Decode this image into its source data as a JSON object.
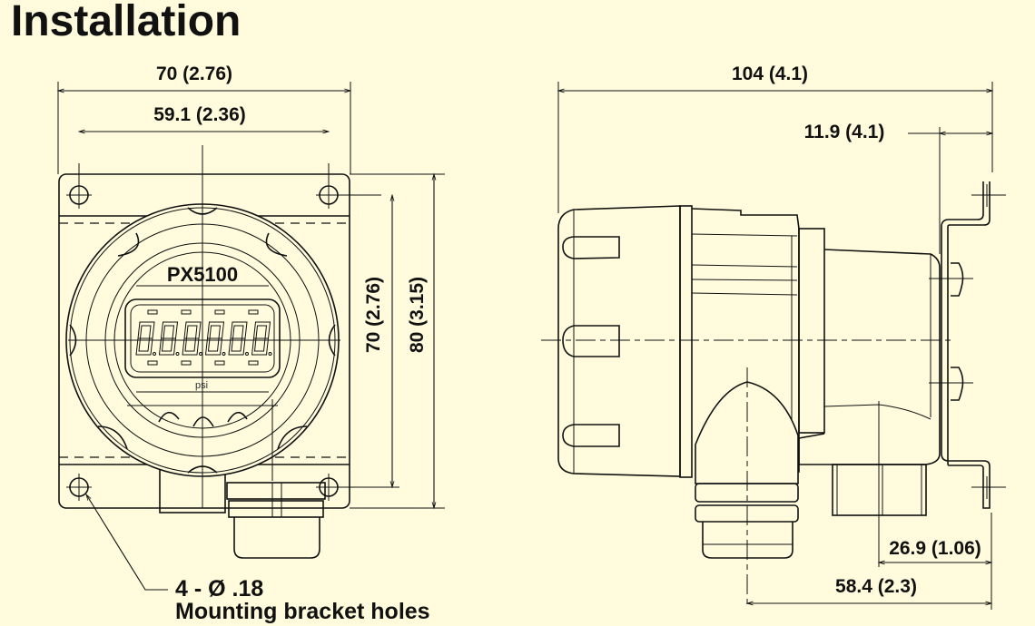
{
  "title": "Installation",
  "front_view": {
    "model": "PX5100",
    "unit": "psi",
    "dim_width_outer": "70 (2.76)",
    "dim_width_holes": "59.1 (2.36)",
    "dim_height_holes": "70 (2.76)",
    "dim_height_outer": "80 (3.15)",
    "note_line1": "4 - Ø .18",
    "note_line2": "Mounting bracket holes"
  },
  "side_view": {
    "dim_overall": "104 (4.1)",
    "dim_bracket": "11.9 (4.1)",
    "dim_fitting": "26.9 (1.06)",
    "dim_gland": "58.4 (2.3)"
  }
}
